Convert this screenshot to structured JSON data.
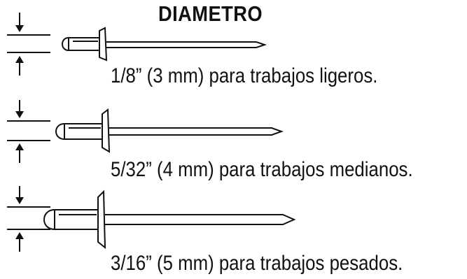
{
  "title": "DIAMETRO",
  "rivets": [
    {
      "caption": "1/8” (3 mm) para trabajos ligeros."
    },
    {
      "caption": "5/32” (4 mm) para trabajos medianos."
    },
    {
      "caption": "3/16” (5 mm) para trabajos pesados."
    }
  ],
  "colors": {
    "ink": "#111111",
    "background": "#ffffff"
  }
}
